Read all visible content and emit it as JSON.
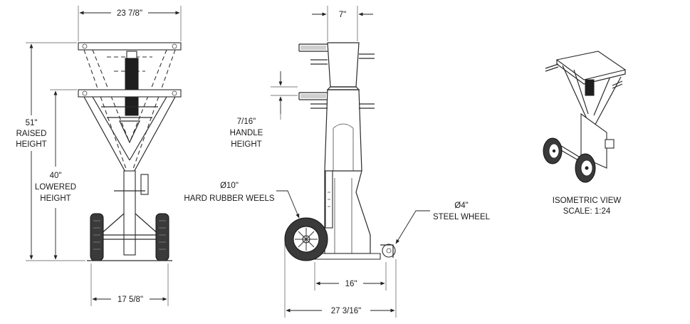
{
  "front_view": {
    "width_top": "23 7/8\"",
    "width_base": "17 5/8\"",
    "raised_height": [
      "51\"",
      "RAISED",
      "HEIGHT"
    ],
    "lowered_height": [
      "40\"",
      "LOWERED",
      "HEIGHT"
    ]
  },
  "side_view": {
    "width_top": "7\"",
    "handle_height": [
      "7/16\"",
      "HANDLE",
      "HEIGHT"
    ],
    "rubber_wheel": [
      "10\"",
      "HARD RUBBER WEELS"
    ],
    "steel_wheel": [
      "4\"",
      "STEEL WHEEL"
    ],
    "base_length": "16\"",
    "overall_length": "27 3/16\"",
    "diameter_symbol": "Ø"
  },
  "iso_view": {
    "title": "ISOMETRIC VIEW",
    "scale": "SCALE: 1:24"
  }
}
